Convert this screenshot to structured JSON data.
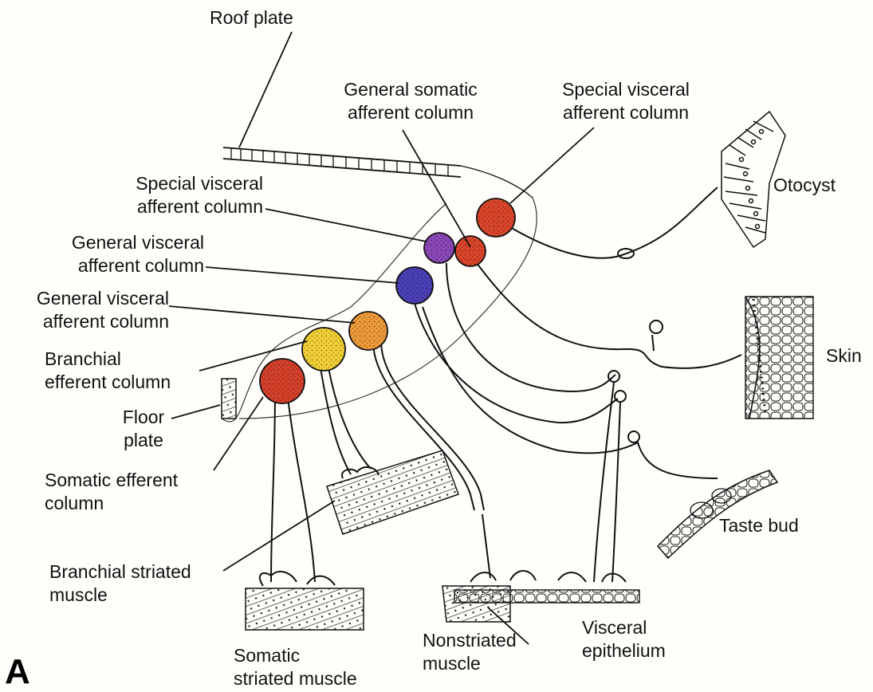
{
  "panel_letter": "A",
  "labels": {
    "roof_plate": "Roof plate",
    "gsa_top_1": "General somatic",
    "gsa_top_2": "afferent column",
    "sva_top_1": "Special visceral",
    "sva_top_2": "afferent column",
    "sva_left_1": "Special visceral",
    "sva_left_2": "afferent column",
    "gva1_1": "General visceral",
    "gva1_2": "afferent column",
    "gva2_1": "General visceral",
    "gva2_2": "afferent column",
    "branchial_efferent_1": "Branchial",
    "branchial_efferent_2": "efferent column",
    "floor_plate_1": "Floor",
    "floor_plate_2": "plate",
    "somatic_efferent_1": "Somatic efferent",
    "somatic_efferent_2": "column",
    "branchial_muscle_1": "Branchial striated",
    "branchial_muscle_2": "muscle",
    "somatic_muscle_1": "Somatic",
    "somatic_muscle_2": "striated muscle",
    "nonstriated_1": "Nonstriated",
    "nonstriated_2": "muscle",
    "visceral_epi_1": "Visceral",
    "visceral_epi_2": "epithelium",
    "otocyst": "Otocyst",
    "skin": "Skin",
    "taste_bud": "Taste bud"
  },
  "colors": {
    "special_afferent": "#d9452a",
    "general_visceral_afferent": "#8a48b8",
    "general_visceral_afferent_2": "#4a3fb6",
    "general_visceral_efferent": "#ec9a3a",
    "branchial_efferent": "#f0cf36",
    "somatic_efferent": "#d4402a",
    "line": "#111111"
  }
}
